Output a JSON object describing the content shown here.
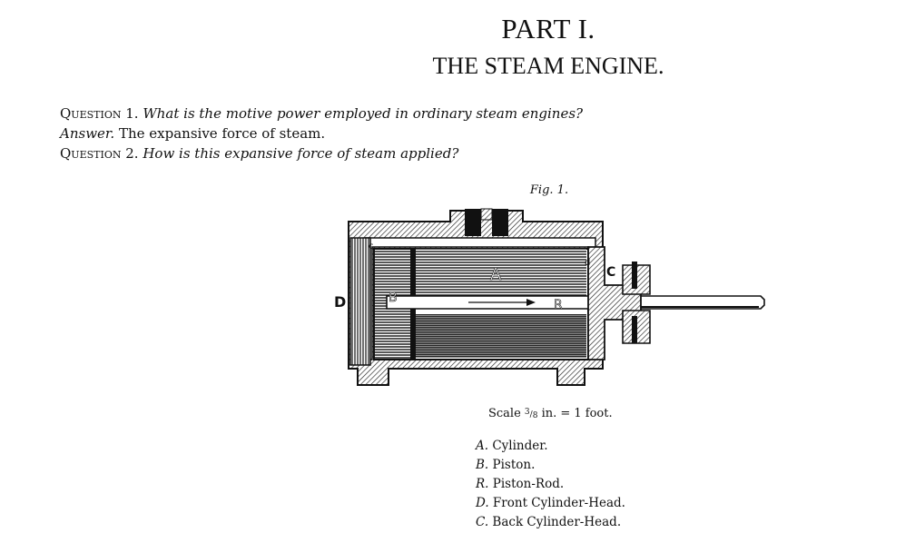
{
  "header": {
    "part": "PART I.",
    "title": "THE STEAM ENGINE."
  },
  "qa": [
    {
      "prefix": "Question",
      "number": " 1. ",
      "text": "What is the motive power employed in ordinary steam engines?",
      "style": "question"
    },
    {
      "prefix": "Answer.",
      "number": " ",
      "text": "The expansive force of steam.",
      "style": "answer"
    },
    {
      "prefix": "Question",
      "number": " 2. ",
      "text": "How is this expansive force of steam applied?",
      "style": "question"
    }
  ],
  "figure": {
    "caption": "Fig. 1.",
    "labels": {
      "A": "A",
      "B": "B",
      "R": "R",
      "C": "C",
      "D": "D",
      "c": "c",
      "d": "d"
    },
    "scale_prefix": "Scale ",
    "scale_num": "3",
    "scale_den": "8",
    "scale_suffix": " in. = 1 foot."
  },
  "legend": [
    {
      "key": "A.",
      "label": " Cylinder."
    },
    {
      "key": "B.",
      "label": " Piston."
    },
    {
      "key": "R.",
      "label": " Piston-Rod."
    },
    {
      "key": "D.",
      "label": " Front Cylinder-Head."
    },
    {
      "key": "C.",
      "label": " Back Cylinder-Head."
    }
  ]
}
